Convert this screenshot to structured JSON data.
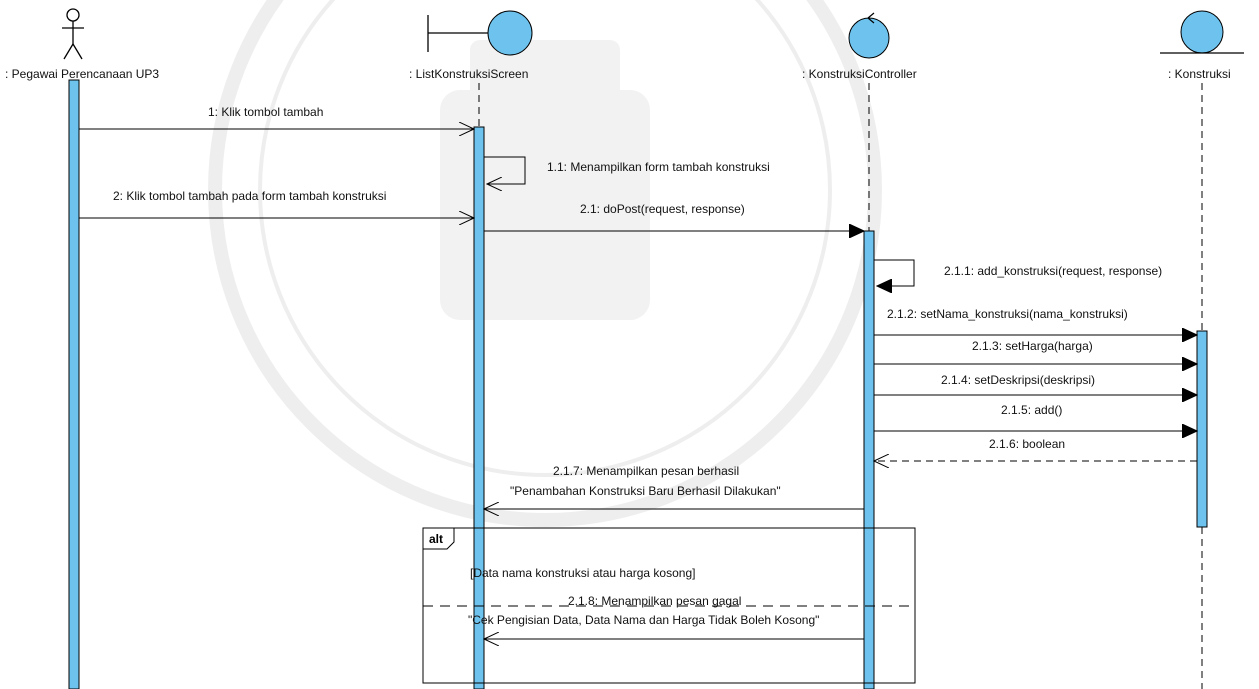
{
  "participants": [
    {
      "id": "actor",
      "kind": "actor",
      "label": ": Pegawai Perencanaan UP3"
    },
    {
      "id": "screen",
      "kind": "boundary",
      "label": ": ListKonstruksiScreen"
    },
    {
      "id": "controller",
      "kind": "control",
      "label": ": KonstruksiController"
    },
    {
      "id": "entity",
      "kind": "entity",
      "label": ": Konstruksi"
    }
  ],
  "messages": [
    {
      "id": "m1",
      "text": "1: Klik tombol tambah",
      "type": "async"
    },
    {
      "id": "m1_1",
      "text": "1.1: Menampilkan form tambah konstruksi",
      "type": "self"
    },
    {
      "id": "m2",
      "text": "2: Klik tombol tambah pada form tambah konstruksi",
      "type": "async"
    },
    {
      "id": "m2_1",
      "text": "2.1: doPost(request, response)",
      "type": "sync"
    },
    {
      "id": "m2_1_1",
      "text": "2.1.1: add_konstruksi(request, response)",
      "type": "self-sync"
    },
    {
      "id": "m2_1_2",
      "text": "2.1.2: setNama_konstruksi(nama_konstruksi)",
      "type": "sync"
    },
    {
      "id": "m2_1_3",
      "text": "2.1.3: setHarga(harga)",
      "type": "sync"
    },
    {
      "id": "m2_1_4",
      "text": "2.1.4: setDeskripsi(deskripsi)",
      "type": "sync"
    },
    {
      "id": "m2_1_5",
      "text": "2.1.5: add()",
      "type": "sync"
    },
    {
      "id": "m2_1_6",
      "text": "2.1.6: boolean",
      "type": "return"
    },
    {
      "id": "m2_1_7",
      "lines": [
        "2.1.7: Menampilkan pesan berhasil",
        "\"Penambahan Konstruksi Baru Berhasil Dilakukan\""
      ],
      "type": "async"
    },
    {
      "id": "m2_1_8",
      "lines": [
        "2.1.8: Menampilkan pesan gagal",
        "\"Cek Pengisian Data, Data Nama dan Harga Tidak Boleh Kosong\""
      ],
      "type": "async"
    }
  ],
  "fragment": {
    "operator": "alt",
    "guard": "[Data nama konstruksi atau harga kosong]"
  },
  "colors": {
    "lifeline_fill": "#6ec3ee",
    "activation_fill": "#6ec3ee",
    "stroke": "#000000",
    "watermark": "#8a8a8a"
  }
}
